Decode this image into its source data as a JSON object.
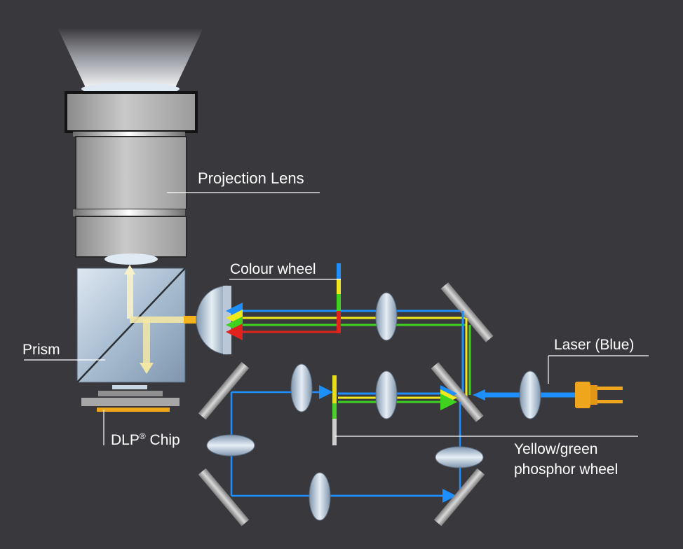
{
  "labels": {
    "projection_lens": "Projection Lens",
    "colour_wheel": "Colour wheel",
    "prism": "Prism",
    "dlp_chip_main": "DLP",
    "dlp_chip_reg": "®",
    "dlp_chip_tail": " Chip",
    "laser": "Laser (Blue)",
    "phosphor_line1": "Yellow/green",
    "phosphor_line2": "phosphor wheel"
  },
  "colors": {
    "background": "#39383d",
    "blue_beam": "#1e8fff",
    "yellow_beam": "#f2e81e",
    "green_beam": "#3fd21f",
    "red_beam": "#e0231d",
    "laser_body": "#f0a61c",
    "chip": "#f0a61c"
  },
  "icons": {
    "laser": "laser-diode-icon"
  }
}
